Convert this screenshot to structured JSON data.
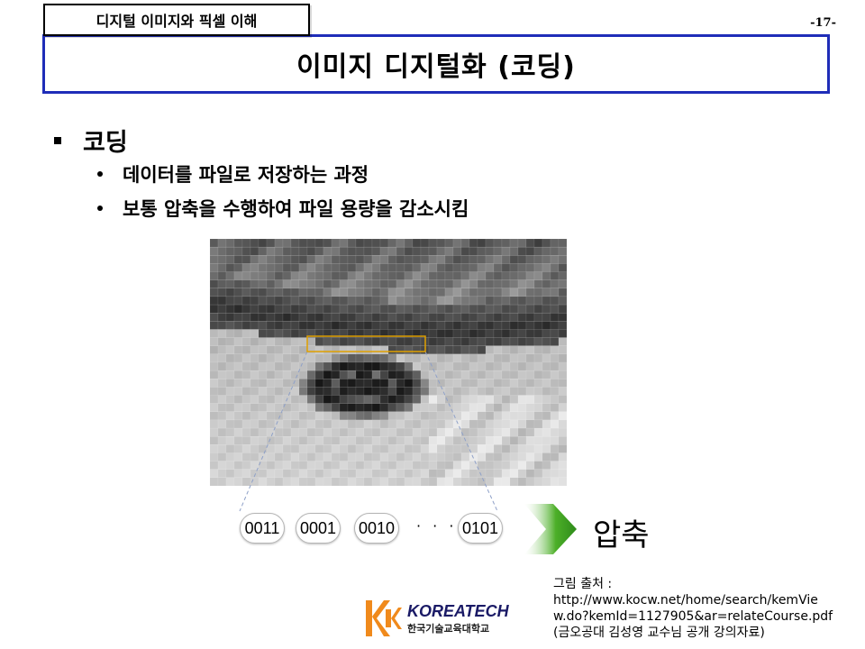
{
  "header": {
    "section_tag": "디지털 이미지와 픽셀 이해",
    "page_number": "-17-",
    "title": "이미지 디지털화 (코딩)"
  },
  "content": {
    "bullet": "코딩",
    "sub_bullets": [
      "데이터를 파일로 저장하는 과정",
      "보통 압축을 수행하여 파일 용량을 감소시킴"
    ]
  },
  "figure": {
    "bit_chips": [
      "0011",
      "0001",
      "0010",
      "0101"
    ],
    "ellipsis": "· · ·",
    "compress_label": "압축",
    "highlight_color": "#e0a000",
    "arrow_color": "#4caf28"
  },
  "credit": {
    "line1": "그림 출처 :",
    "line2": "http://www.kocw.net/home/search/kemVie",
    "line3": "w.do?kemId=1127905&ar=relateCourse.pdf",
    "line4": "(금오공대 김성영 교수님 공개 강의자료)"
  },
  "logo": {
    "name": "KOREATECH",
    "subtitle": "한국기술교육대학교",
    "color": "#f08a1c"
  }
}
